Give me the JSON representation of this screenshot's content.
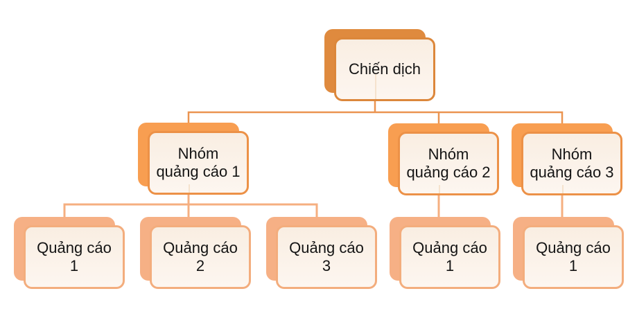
{
  "diagram": {
    "type": "hierarchy",
    "language": "vi",
    "nodes": [
      {
        "id": "campaign",
        "level": 1,
        "parent": null,
        "label": "Chiến dịch",
        "lines": [
          "Chiến dịch"
        ]
      },
      {
        "id": "ad-group-1",
        "level": 2,
        "parent": "campaign",
        "label": "Nhóm quảng cáo 1",
        "lines": [
          "Nhóm",
          "quảng cáo 1"
        ]
      },
      {
        "id": "ad-group-2",
        "level": 2,
        "parent": "campaign",
        "label": "Nhóm quảng cáo 2",
        "lines": [
          "Nhóm",
          "quảng cáo 2"
        ]
      },
      {
        "id": "ad-group-3",
        "level": 2,
        "parent": "campaign",
        "label": "Nhóm quảng cáo 3",
        "lines": [
          "Nhóm",
          "quảng cáo 3"
        ]
      },
      {
        "id": "ad-1-1",
        "level": 3,
        "parent": "ad-group-1",
        "label": "Quảng cáo 1",
        "lines": [
          "Quảng cáo",
          "1"
        ]
      },
      {
        "id": "ad-1-2",
        "level": 3,
        "parent": "ad-group-1",
        "label": "Quảng cáo 2",
        "lines": [
          "Quảng cáo",
          "2"
        ]
      },
      {
        "id": "ad-1-3",
        "level": 3,
        "parent": "ad-group-1",
        "label": "Quảng cáo 3",
        "lines": [
          "Quảng cáo",
          "3"
        ]
      },
      {
        "id": "ad-2-1",
        "level": 3,
        "parent": "ad-group-2",
        "label": "Quảng cáo 1",
        "lines": [
          "Quảng cáo",
          "1"
        ]
      },
      {
        "id": "ad-3-1",
        "level": 3,
        "parent": "ad-group-3",
        "label": "Quảng cáo 1",
        "lines": [
          "Quảng cáo",
          "1"
        ]
      }
    ]
  },
  "colors": {
    "l1-shadow": "#DF8A3E",
    "l1-border": "#DC873B",
    "l2-shadow": "#F89E51",
    "l2-border": "#EC9147",
    "l3-shadow": "#F6B085",
    "l3-border": "#F3AD7D",
    "box-fill-top": "#F9EEE2",
    "box-fill-bottom": "#FDF6F0",
    "connector-l1": "#EB9450",
    "connector-l2": "#F5AF80",
    "stub": "#F5E2CD",
    "text": "#141414",
    "background": "#FFFFFF"
  }
}
